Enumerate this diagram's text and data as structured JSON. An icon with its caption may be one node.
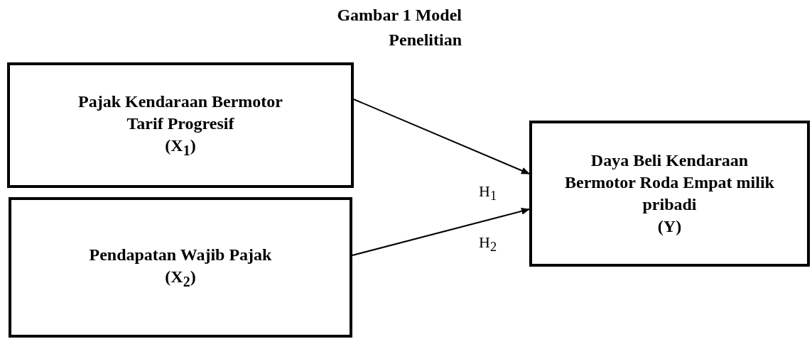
{
  "diagram": {
    "title": "Gambar 1 Model Penelitian",
    "nodes": [
      {
        "text": [
          "Pajak Kendaraan Bermotor Tarif Progresif",
          "(X$_{1}$)"
        ]
      },
      {
        "text": [
          "Pendapatan Wajib Pajak",
          "(X$_{2}$)"
        ]
      },
      {
        "text": [
          "Daya Beli Kendaraan Bermotor Roda Empat milik pribadi",
          "(Y)"
        ]
      }
    ],
    "edges": [
      {
        "from": 0,
        "to": 2,
        "arrow": "to",
        "label": "H$_{1}$"
      },
      {
        "from": 1,
        "to": 2,
        "arrow": "to",
        "label": "H$_{2}$"
      }
    ]
  }
}
